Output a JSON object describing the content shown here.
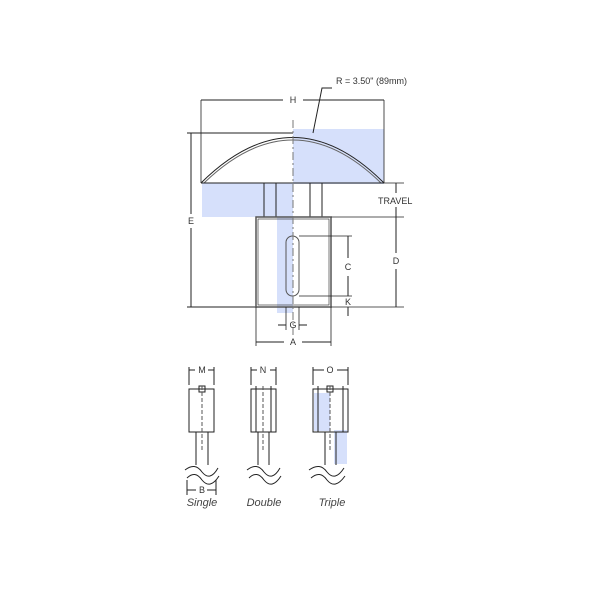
{
  "diagram": {
    "title": "Pushbutton knob dimensional drawing",
    "highlight_color": "#d6e0fb",
    "line_color": "#222222",
    "labels": {
      "radius": "R = 3.50\" (89mm)",
      "H": "H",
      "E": "E",
      "travel": "TRAVEL",
      "D": "D",
      "C": "C",
      "K": "K",
      "G": "G",
      "A": "A",
      "M": "M",
      "N": "N",
      "O": "O",
      "B": "B"
    },
    "variants": [
      {
        "label": "Single"
      },
      {
        "label": "Double"
      },
      {
        "label": "Triple"
      }
    ]
  }
}
